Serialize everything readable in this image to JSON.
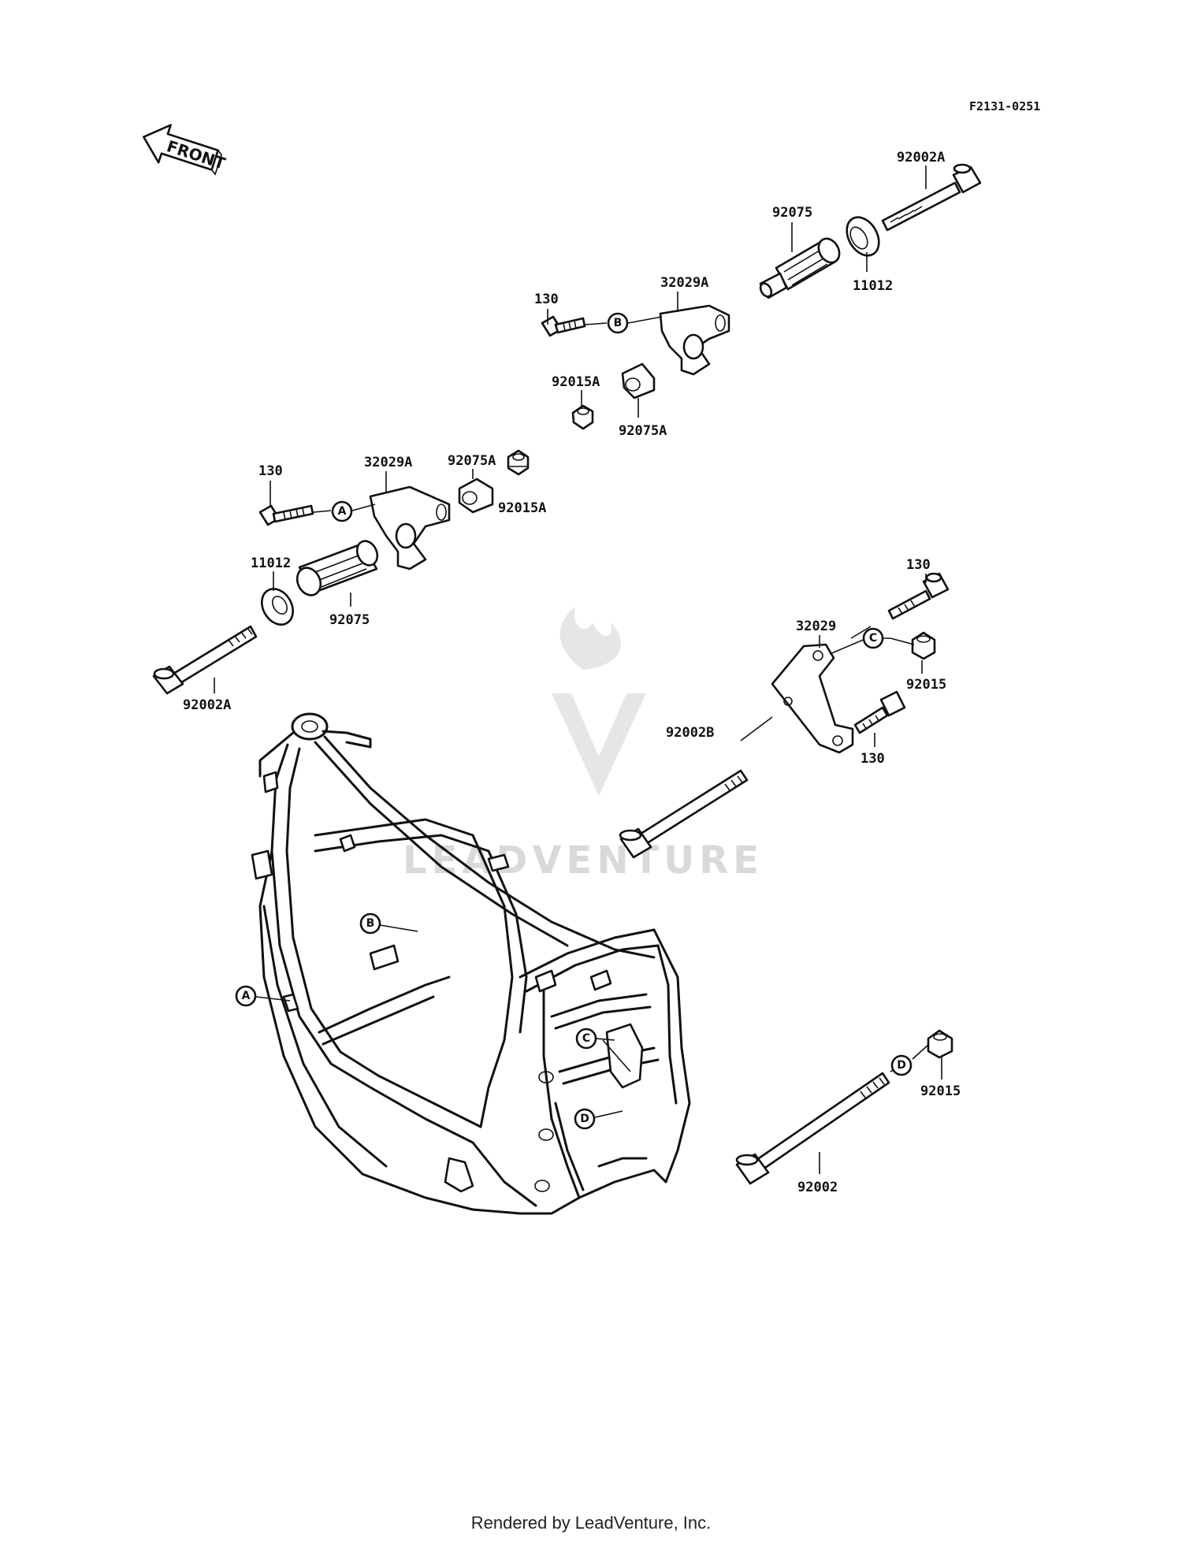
{
  "drawing_ref": "F2131-0251",
  "front_label": "FRONT",
  "watermark_text": "LEADVENTURE",
  "footer_text": "Rendered by LeadVenture, Inc.",
  "ref_circles": [
    "A",
    "B",
    "C",
    "D"
  ],
  "callouts": {
    "top_bolt": "92002A",
    "top_collar": "92075",
    "top_spacer": "11012",
    "upper_bracket": "32029A",
    "upper_bolt": "130",
    "upper_nut": "92015A",
    "upper_damper": "92075A",
    "mid_bracket": "32029A",
    "mid_bolt": "130",
    "mid_damper": "92075A",
    "mid_nut": "92015A",
    "left_spacer": "11012",
    "left_collar": "92075",
    "left_bolt": "92002A",
    "right_bolt_top": "130",
    "right_plate": "32029",
    "right_nut": "92015",
    "right_bolt_bottom": "130",
    "long_bolt_b": "92002B",
    "bottom_nut": "92015",
    "bottom_bolt": "92002"
  }
}
